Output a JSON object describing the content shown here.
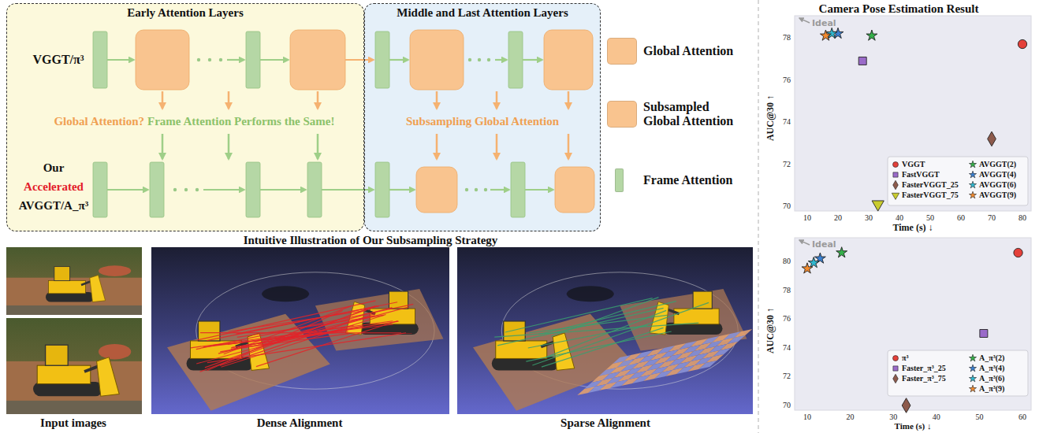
{
  "diagram": {
    "nodes": [
      {
        "text": [
          "Early Attention Layers"
        ]
      },
      {
        "text": [
          "Middle and Last Attention Layers"
        ]
      }
    ],
    "labels": [
      "VGGT/π³",
      "Global Attention?",
      "Frame Attention Performs the Same!",
      "Subsampling Global Attention",
      "Our",
      "Accelerated",
      "AVGGT/A_π³",
      "Intuitive Illustration of Our Subsampling Strategy",
      "Input images",
      "Dense Alignment",
      "Sparse Alignment",
      "Camera Pose Estimation Result",
      "Ideal",
      "AUC@30 ↑",
      "Time (s) ↓",
      "70",
      "72",
      "74",
      "76",
      "78",
      "10",
      "20",
      "30",
      "40",
      "50",
      "60",
      "70",
      "80",
      "Ideal",
      "AUC@30 ↑",
      "Time (s) ↓",
      "70",
      "72",
      "74",
      "76",
      "78",
      "80",
      "10",
      "20",
      "30",
      "40",
      "50",
      "60"
    ],
    "legend": [
      {
        "text": "Global Attention",
        "color": "#f9c48f"
      },
      {
        "text": "Subsampled Global Attention",
        "color": "#f9c48f"
      },
      {
        "text": "Frame Attention",
        "color": "#b5d7a5"
      },
      {
        "text": "VGGT"
      },
      {
        "text": "FastVGGT"
      },
      {
        "text": "FasterVGGT_25"
      },
      {
        "text": "FasterVGGT_75"
      },
      {
        "text": "AVGGT(2)"
      },
      {
        "text": "AVGGT(4)"
      },
      {
        "text": "AVGGT(6)"
      },
      {
        "text": "AVGGT(9)"
      },
      {
        "text": "π³"
      },
      {
        "text": "Faster_π³_25"
      },
      {
        "text": "Faster_π³_75"
      },
      {
        "text": "A_π³(2)"
      },
      {
        "text": "A_π³(4)"
      },
      {
        "text": "A_π³(6)"
      },
      {
        "text": "A_π³(9)"
      }
    ]
  }
}
